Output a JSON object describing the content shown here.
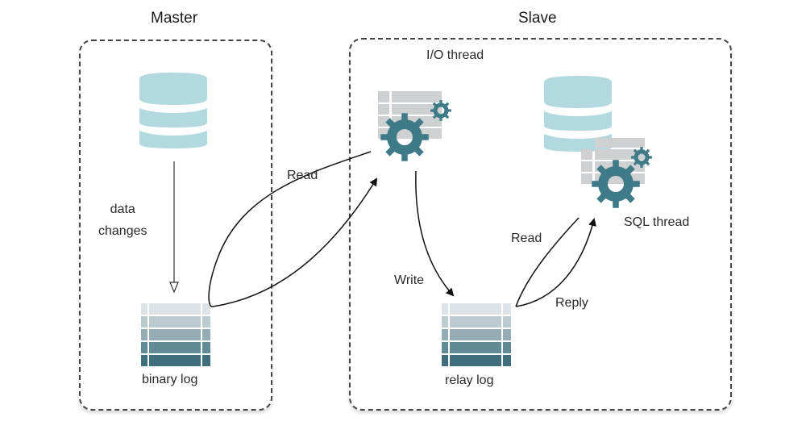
{
  "master": {
    "title": "Master",
    "edge_label": "data\nchanges",
    "edge_label_line1": "data",
    "edge_label_line2": "changes",
    "log_label": "binary log"
  },
  "slave": {
    "title": "Slave",
    "io_thread_label": "I/O thread",
    "sql_thread_label": "SQL thread",
    "log_label": "relay log"
  },
  "arrows": {
    "master_read": "Read",
    "write": "Write",
    "sql_read": "Read",
    "reply": "Reply"
  },
  "colors": {
    "db": "#b3d9e0",
    "gear": "#3e7a88",
    "table_gray": "#cfd0d2",
    "log_rows": [
      "#dde3e6",
      "#bccbd0",
      "#94adb5",
      "#5f8a96",
      "#3f6f7c"
    ],
    "border": "#444444"
  }
}
